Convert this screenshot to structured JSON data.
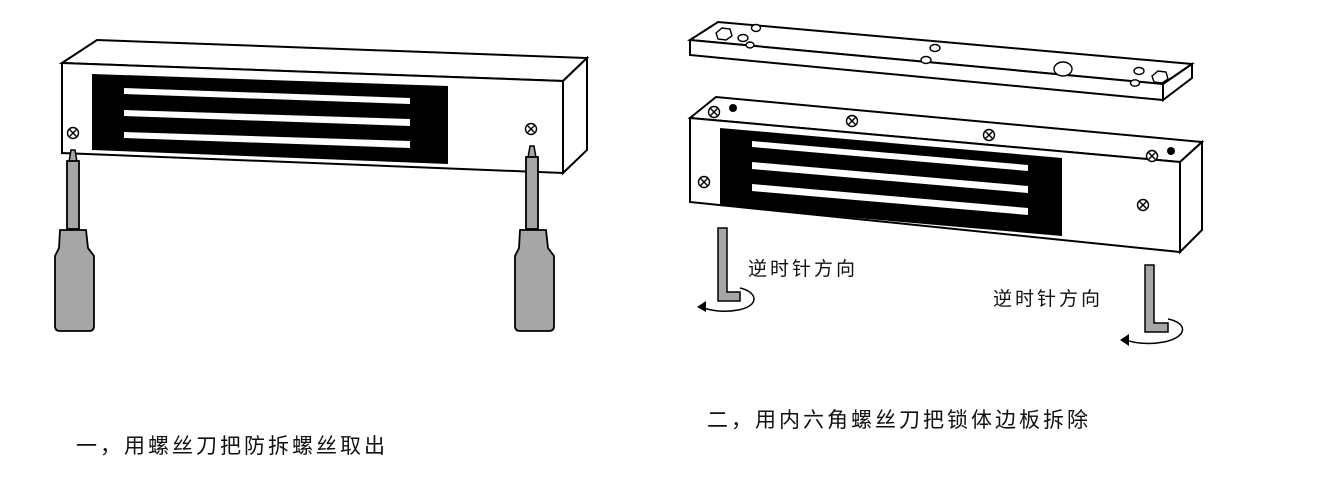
{
  "step1": {
    "caption": "一，用螺丝刀把防拆螺丝取出"
  },
  "step2": {
    "caption": "二，用内六角螺丝刀把锁体边板拆除",
    "direction_left": "逆时针方向",
    "direction_right": "逆时针方向"
  },
  "colors": {
    "stroke": "#000000",
    "tool_fill": "#a6a6a6",
    "background": "#ffffff"
  },
  "icons": [
    "screw-icon",
    "screwdriver-icon",
    "hex-key-icon",
    "rotation-arrow-icon"
  ]
}
